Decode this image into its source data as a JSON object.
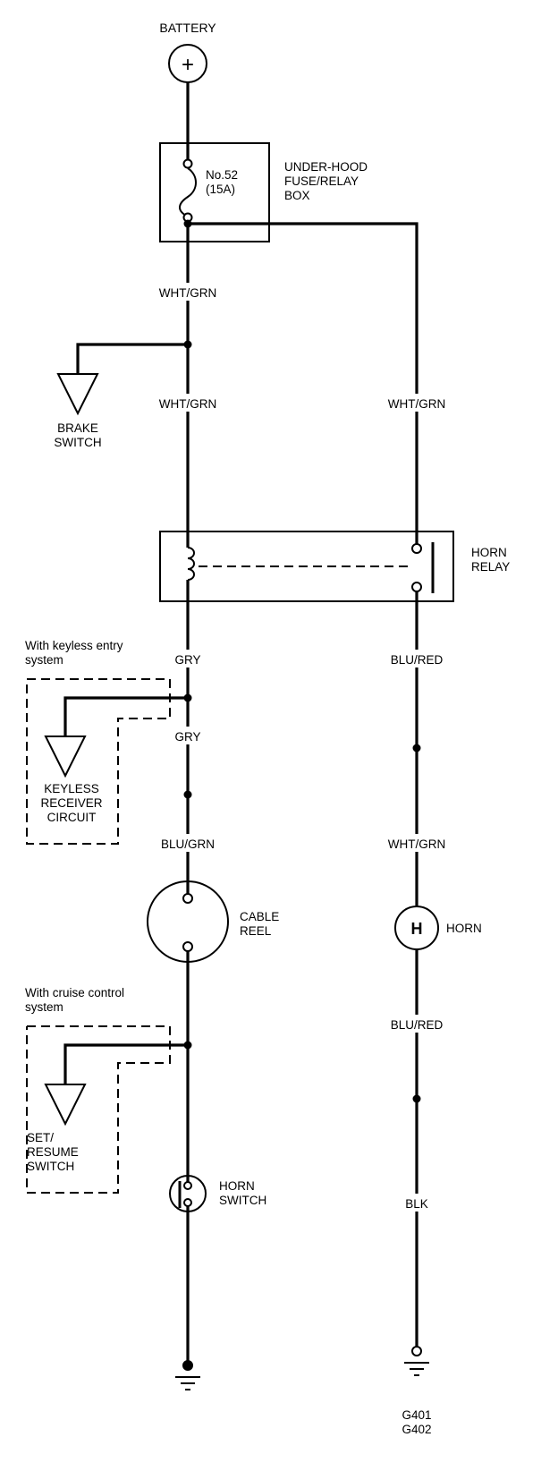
{
  "components": {
    "battery": "BATTERY",
    "fuse_number": "No.52",
    "fuse_rating": "(15A)",
    "fuse_box": [
      "UNDER-HOOD",
      "FUSE/RELAY",
      "BOX"
    ],
    "brake_switch": [
      "BRAKE",
      "SWITCH"
    ],
    "horn_relay": [
      "HORN",
      "RELAY"
    ],
    "keyless_receiver": [
      "KEYLESS",
      "RECEIVER",
      "CIRCUIT"
    ],
    "cable_reel": [
      "CABLE",
      "REEL"
    ],
    "horn": "HORN",
    "set_resume_switch": [
      "SET/",
      "RESUME",
      "SWITCH"
    ],
    "horn_switch": [
      "HORN",
      "SWITCH"
    ],
    "ground_ids": [
      "G401",
      "G402"
    ]
  },
  "wires": {
    "left_upper": "WHT/GRN",
    "left_mid": "WHT/GRN",
    "right_upper": "WHT/GRN",
    "left_relay_out": "GRY",
    "left_gry_lower": "GRY",
    "left_blu_grn": "BLU/GRN",
    "right_relay_out": "BLU/RED",
    "right_wht_grn": "WHT/GRN",
    "right_blu_red": "BLU/RED",
    "right_blk": "BLK"
  },
  "notes": {
    "keyless": [
      "With keyless entry",
      "system"
    ],
    "cruise": [
      "With cruise control",
      "system"
    ]
  },
  "symbols": {
    "battery_plus": "+",
    "horn_h": "H"
  }
}
